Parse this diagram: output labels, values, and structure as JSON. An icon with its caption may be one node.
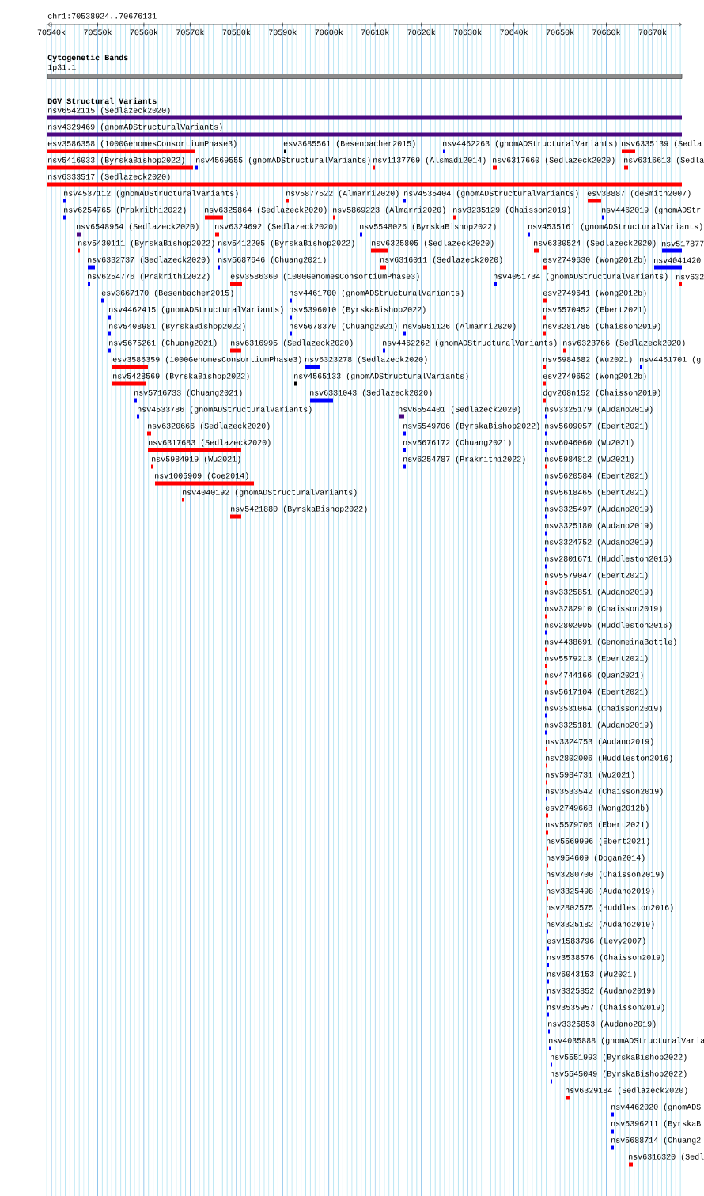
{
  "diagram": {
    "labels": [
      "chr1:70538924..70676131",
      "70540k",
      "70550k",
      "70560k",
      "70570k",
      "70580k",
      "70590k",
      "70600k",
      "70610k",
      "70620k",
      "70630k",
      "70640k",
      "70650k",
      "70660k",
      "70670k",
      "Cytogenetic Bands",
      "1p31.1",
      "DGV Structural Variants",
      "nsv6542115 (Sedlazeck2020)",
      "nsv4329469 (gnomADStructuralVariants)",
      "esv3586358 (1000GenomesConsortiumPhase3)",
      "esv3685561 (Besenbacher2015)",
      "nsv4462263 (gnomADStructuralVariants)",
      "nsv6335139 (Sedla",
      "nsv5416033 (ByrskaBishop2022)",
      "nsv4569555 (gnomADStructuralVariants)",
      "nsv1137769 (Alsmadi2014)",
      "nsv6317660 (Sedlazeck2020)",
      "nsv6316613 (Sedla",
      "nsv6333517 (Sedlazeck2020)",
      "nsv4537112 (gnomADStructuralVariants)",
      "nsv5877522 (Almarri2020)",
      "nsv4535404 (gnomADStructuralVariants)",
      "esv33887 (deSmith2007)",
      "nsv6254765 (Prakrithi2022)",
      "nsv6325864 (Sedlazeck2020)",
      "nsv5869223 (Almarri2020)",
      "nsv3235129 (Chaisson2019)",
      "nsv4462019 (gnomADStr",
      "nsv6548954 (Sedlazeck2020)",
      "nsv6324692 (Sedlazeck2020)",
      "nsv5548026 (ByrskaBishop2022)",
      "nsv4535161 (gnomADStructuralVariants)",
      "nsv5430111 (ByrskaBishop2022)",
      "nsv5412205 (ByrskaBishop2022)",
      "nsv6325805 (Sedlazeck2020)",
      "nsv6330524 (Sedlazeck2020)",
      "nsv517877",
      "nsv6332737 (Sedlazeck2020)",
      "nsv5687646 (Chuang2021)",
      "nsv6316011 (Sedlazeck2020)",
      "esv2749630 (Wong2012b)",
      "nsv4041420",
      "nsv6254776 (Prakrithi2022)",
      "esv3586360 (1000GenomesConsortiumPhase3)",
      "nsv4051734 (gnomADStructuralVariants)",
      "nsv632",
      "esv3667170 (Besenbacher2015)",
      "nsv4461700 (gnomADStructuralVariants)",
      "esv2749641 (Wong2012b)",
      "nsv4462415 (gnomADStructuralVariants)",
      "nsv5396010 (ByrskaBishop2022)",
      "nsv5570452 (Ebert2021)",
      "nsv5408981 (ByrskaBishop2022)",
      "nsv5678379 (Chuang2021)",
      "nsv5951126 (Almarri2020)",
      "nsv3281785 (Chaisson2019)",
      "nsv5675261 (Chuang2021)",
      "nsv6316995 (Sedlazeck2020)",
      "nsv4462262 (gnomADStructuralVariants)",
      "nsv6323766 (Sedlazeck2020)",
      "esv3586359 (1000GenomesConsortiumPhase3)",
      "nsv6323278 (Sedlazeck2020)",
      "nsv5984682 (Wu2021)",
      "nsv4461701 (g",
      "nsv5428569 (ByrskaBishop2022)",
      "nsv4565133 (gnomADStructuralVariants)",
      "esv2749652 (Wong2012b)",
      "nsv5716733 (Chuang2021)",
      "nsv6331043 (Sedlazeck2020)",
      "dgv268n152 (Chaisson2019)",
      "nsv4533786 (gnomADStructuralVariants)",
      "nsv6554401 (Sedlazeck2020)",
      "nsv3325179 (Audano2019)",
      "nsv6320666 (Sedlazeck2020)",
      "nsv5549706 (ByrskaBishop2022)",
      "nsv5609057 (Ebert2021)",
      "nsv6317683 (Sedlazeck2020)",
      "nsv5676172 (Chuang2021)",
      "nsv6046060 (Wu2021)",
      "nsv5984919 (Wu2021)",
      "nsv6254787 (Prakrithi2022)",
      "nsv5984812 (Wu2021)",
      "nsv1005909 (Coe2014)",
      "nsv5620584 (Ebert2021)",
      "nsv4040192 (gnomADStructuralVariants)",
      "nsv5618465 (Ebert2021)",
      "nsv5421880 (ByrskaBishop2022)",
      "nsv3325497 (Audano2019)",
      "nsv3325180 (Audano2019)",
      "nsv3324752 (Audano2019)",
      "nsv2801671 (Huddleston2016)",
      "nsv5579047 (Ebert2021)",
      "nsv3325851 (Audano2019)",
      "nsv3282910 (Chaisson2019)",
      "nsv2802005 (Huddleston2016)",
      "nsv4438691 (GenomeinaBottle)",
      "nsv5579213 (Ebert2021)",
      "nsv4744166 (Quan2021)",
      "nsv5617104 (Ebert2021)",
      "nsv3531064 (Chaisson2019)",
      "nsv3325181 (Audano2019)",
      "nsv3324753 (Audano2019)",
      "nsv2802006 (Huddleston2016)",
      "nsv5984731 (Wu2021)",
      "nsv3533542 (Chaisson2019)",
      "esv2749663 (Wong2012b)",
      "nsv5579706 (Ebert2021)",
      "nsv5569996 (Ebert2021)",
      "nsv954609 (Dogan2014)",
      "nsv3280700 (Chaisson2019)",
      "nsv3325498 (Audano2019)",
      "nsv2802575 (Huddleston2016)",
      "nsv3325182 (Audano2019)",
      "esv1583796 (Levy2007)",
      "nsv3538576 (Chaisson2019)",
      "nsv6043153 (Wu2021)",
      "nsv3325852 (Audano2019)",
      "nsv3535957 (Chaisson2019)",
      "nsv3325853 (Audano2019)",
      "nsv4035888 (gnomADStructuralVaria",
      "nsv5551993 (ByrskaBishop2022)",
      "nsv5545049 (ByrskaBishop2022)",
      "nsv6329184 (Sedlazeck2020)",
      "nsv4462020 (gnomADS",
      "nsv5396211 (ByrskaB",
      "nsv5688714 (Chuang2",
      "nsv6316320 (Sedl"
    ]
  }
}
